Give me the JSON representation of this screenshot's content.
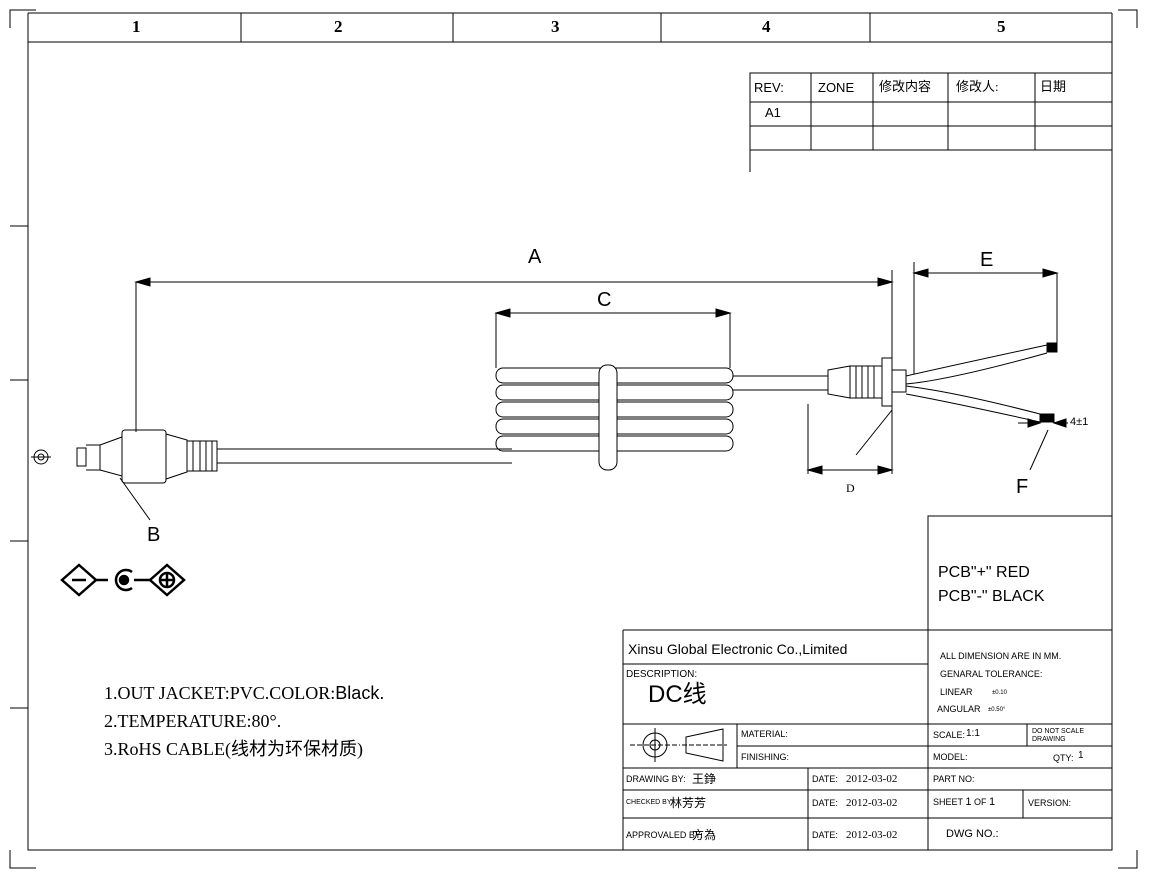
{
  "zones": [
    "1",
    "2",
    "3",
    "4",
    "5"
  ],
  "revision_table": {
    "headers": [
      "REV:",
      "ZONE",
      "修改内容",
      "修改人:",
      "日期"
    ],
    "rows": [
      [
        "A1",
        "",
        "",
        "",
        ""
      ],
      [
        "",
        "",
        "",
        "",
        ""
      ]
    ]
  },
  "dimensions": {
    "A": "A",
    "B": "B",
    "C": "C",
    "D": "D",
    "E": "E",
    "F": "F",
    "strip_tolerance": "4±1"
  },
  "notes": [
    {
      "prefix": "1.OUT JACKET:PVC.COLOR:",
      "emph": "Black."
    },
    {
      "prefix": "2.TEMPERATURE:80°.",
      "emph": ""
    },
    {
      "prefix": "3.RoHS CABLE(线材为环保材质)",
      "emph": ""
    }
  ],
  "pcb": {
    "line1": "PCB\"+\" RED",
    "line2": "PCB\"-\" BLACK"
  },
  "tolerance": {
    "line1": "ALL DIMENSION ARE IN MM.",
    "line2": "GENARAL TOLERANCE:",
    "linear_label": "LINEAR",
    "linear_value": "±0.10",
    "angular_label": "ANGULAR",
    "angular_value": "±0.50°"
  },
  "title_block": {
    "company": "Xinsu Global Electronic Co.,Limited",
    "description_label": "DESCRIPTION:",
    "description_value": "DC线",
    "material_label": "MATERIAL:",
    "finishing_label": "FINISHING:",
    "scale_label": "SCALE:",
    "scale_value": "1:1",
    "do_not_scale_1": "DO NOT SCALE",
    "do_not_scale_2": "DRAWING",
    "model_label": "MODEL:",
    "qty_label": "QTY:",
    "qty_value": "1",
    "drawing_by_label": "DRAWING BY:",
    "drawing_by_value": "王錚",
    "checked_by_label": "CHECKED BY:",
    "checked_by_value": "林芳芳",
    "approved_by_label": "APPROVALED BY:",
    "approved_by_value": "方為",
    "date_label": "DATE:",
    "date_value": "2012-03-02",
    "part_no_label": "PART NO:",
    "sheet_label": "SHEET",
    "sheet_value": "1",
    "sheet_of": "OF",
    "sheet_total": "1",
    "version_label": "VERSION:",
    "dwg_no_label": "DWG NO.:"
  }
}
